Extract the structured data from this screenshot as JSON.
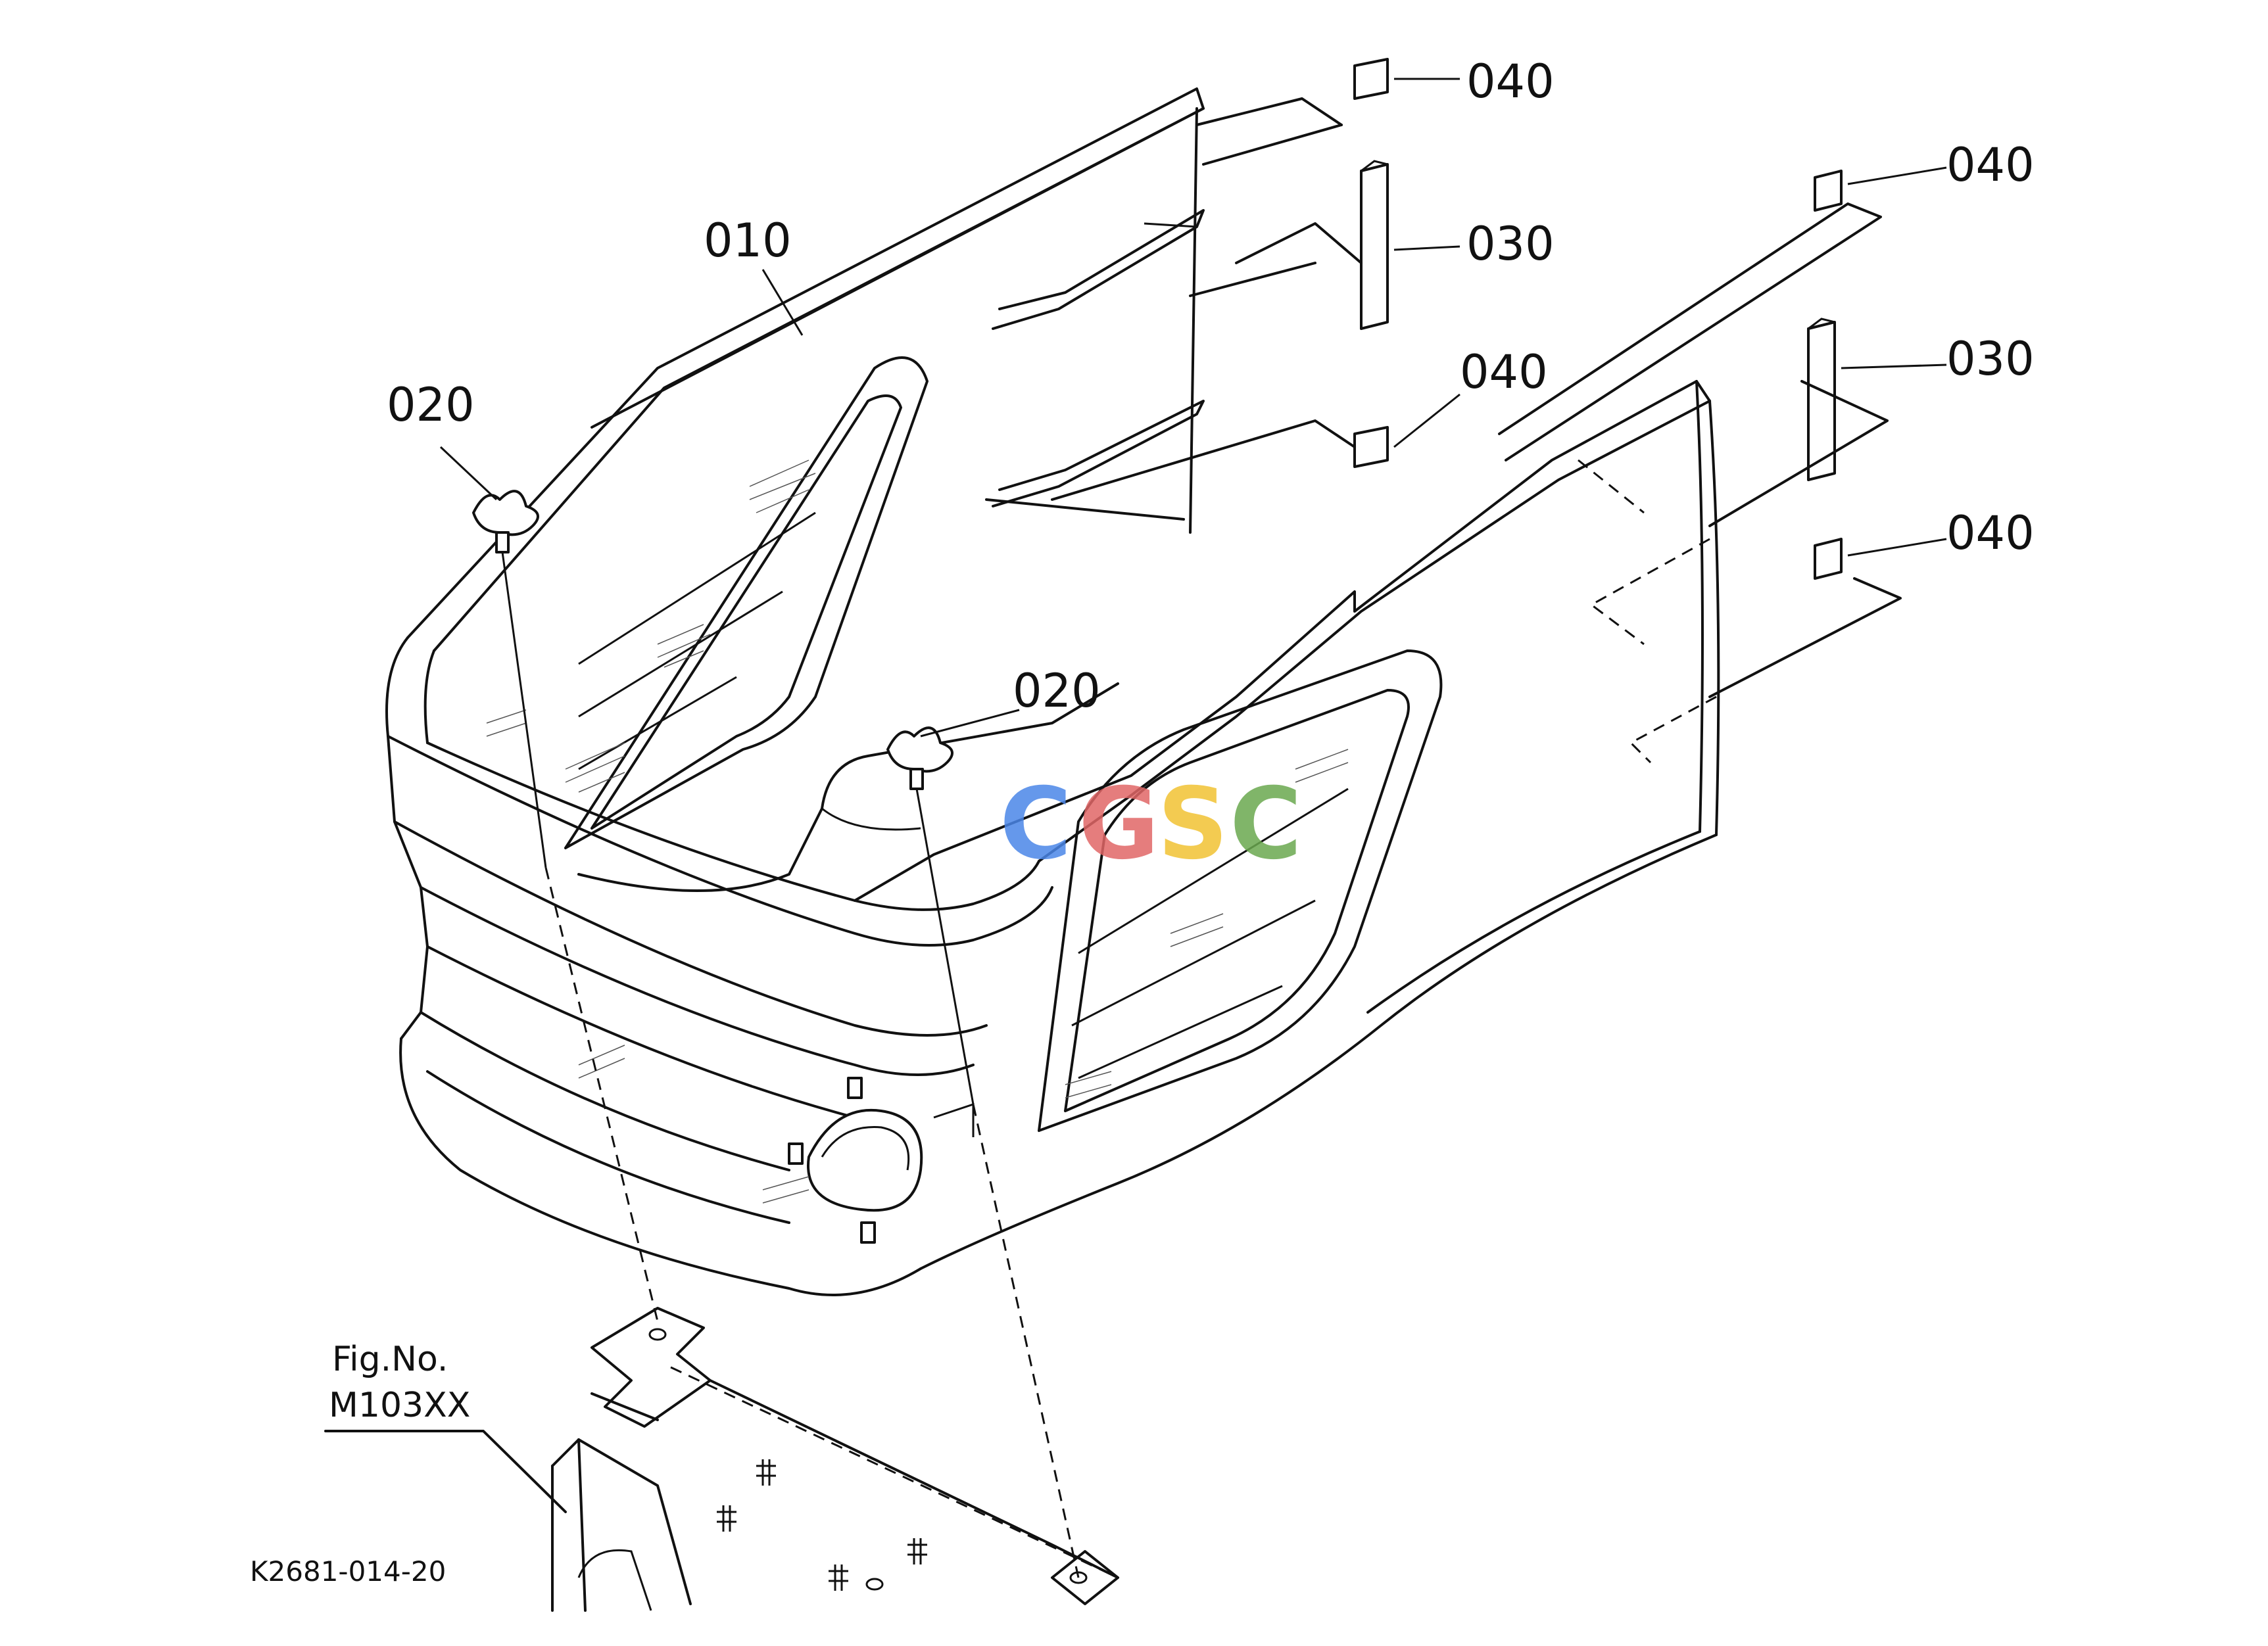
{
  "parts": [
    {
      "label": "010"
    },
    {
      "label": "020"
    },
    {
      "label": "020"
    },
    {
      "label": "030"
    },
    {
      "label": "030"
    },
    {
      "label": "040"
    },
    {
      "label": "040"
    },
    {
      "label": "040"
    },
    {
      "label": "040"
    }
  ],
  "reference": {
    "fig_caption": "Fig.No.",
    "fig_number": "M103XX"
  },
  "drawing_code": "K2681-014-20",
  "watermark": {
    "letters": [
      "C",
      "G",
      "S",
      "C"
    ],
    "colors": [
      "#4a86e8",
      "#e06666",
      "#f1c232",
      "#6aa84f"
    ]
  }
}
